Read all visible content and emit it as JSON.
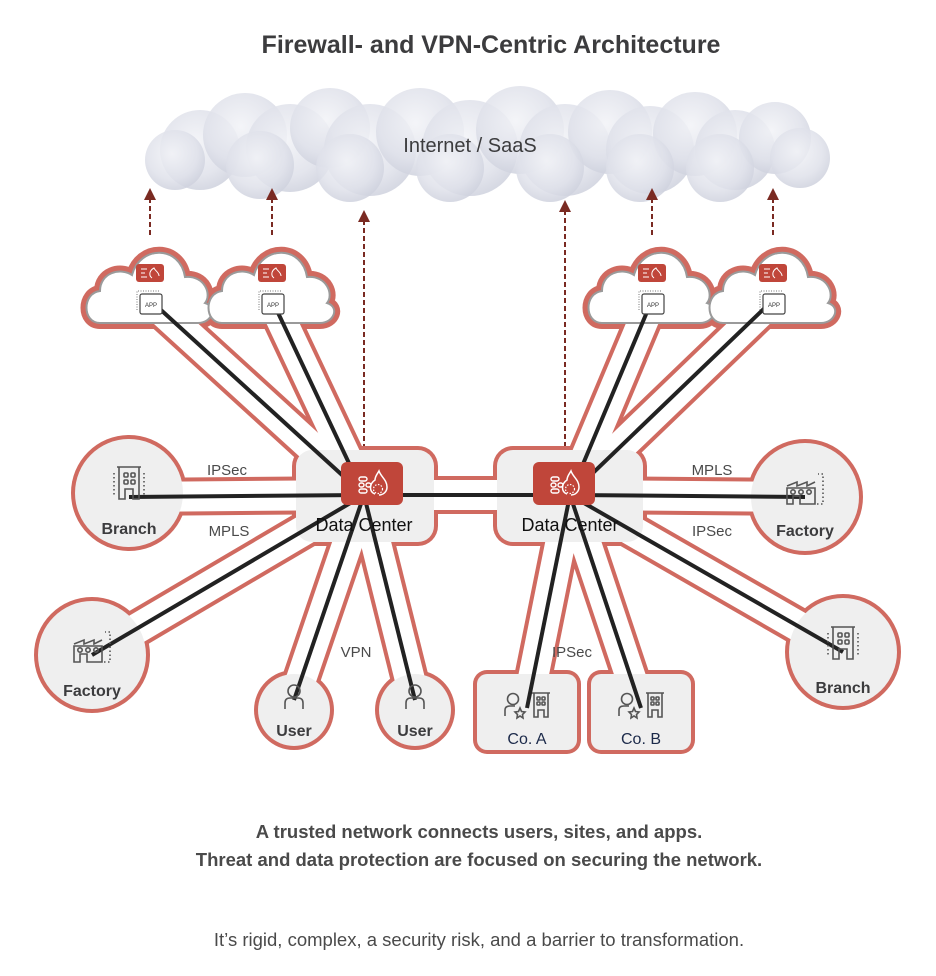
{
  "title": "Firewall- and VPN-Centric Architecture",
  "internet": {
    "label": "Internet / SaaS"
  },
  "colors": {
    "accent_red": "#c0463a",
    "outline_red": "#d06a60",
    "arrow_dark_red": "#7a2a22",
    "node_fill": "#efefef",
    "link_black": "#222222"
  },
  "cloud_apps": [
    {
      "id": "cloud-app-1",
      "firewall_icon": "firewall-icon",
      "app_label": "APP"
    },
    {
      "id": "cloud-app-2",
      "firewall_icon": "firewall-icon",
      "app_label": "APP"
    },
    {
      "id": "cloud-app-3",
      "firewall_icon": "firewall-icon",
      "app_label": "APP"
    },
    {
      "id": "cloud-app-4",
      "firewall_icon": "firewall-icon",
      "app_label": "APP"
    }
  ],
  "data_centers": [
    {
      "label": "Data Center",
      "icon": "firewall-icon"
    },
    {
      "label": "Data Center",
      "icon": "firewall-icon"
    }
  ],
  "nodes": {
    "branch_left": {
      "label": "Branch",
      "icon": "building-icon"
    },
    "factory_left": {
      "label": "Factory",
      "icon": "factory-icon"
    },
    "user_1": {
      "label": "User",
      "icon": "user-icon"
    },
    "user_2": {
      "label": "User",
      "icon": "user-icon"
    },
    "co_a": {
      "label": "Co. A",
      "icon": "partner-icon"
    },
    "co_b": {
      "label": "Co. B",
      "icon": "partner-icon"
    },
    "factory_right": {
      "label": "Factory",
      "icon": "factory-icon"
    },
    "branch_right": {
      "label": "Branch",
      "icon": "building-icon"
    }
  },
  "link_labels": {
    "left_ipsec": "IPSec",
    "left_mpls": "MPLS",
    "vpn": "VPN",
    "bottom_ipsec": "IPSec",
    "right_mpls": "MPLS",
    "right_ipsec": "IPSec"
  },
  "captions": {
    "line1": "A trusted network connects users, sites, and apps.",
    "line2": "Threat and data protection are focused on securing the network.",
    "line3": "It’s rigid, complex, a security risk, and a barrier to transformation."
  }
}
